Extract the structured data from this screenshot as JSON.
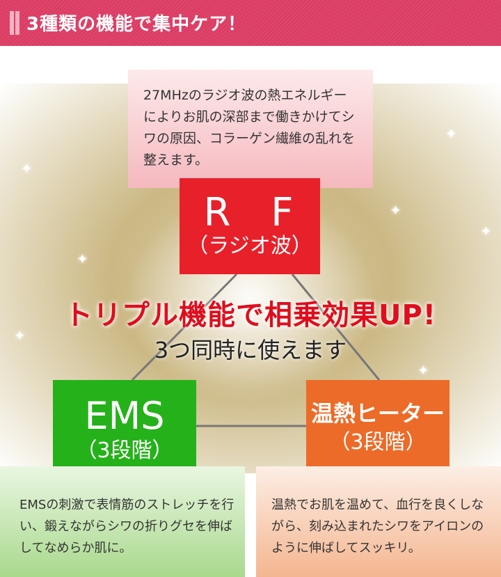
{
  "header": {
    "title": "3種類の機能で集中ケア！"
  },
  "rf": {
    "description": "27MHzのラジオ波の熱エネルギーによりお肌の深部まで働きかけてシワの原因、コラーゲン繊維の乱れを整えます。",
    "title": "R F",
    "subtitle": "（ラジオ波）"
  },
  "center": {
    "catch": "トリプル機能で相乗効果UP!",
    "sub": "3つ同時に使えます"
  },
  "ems": {
    "title": "EMS",
    "subtitle": "（3段階）",
    "description": "EMSの刺激で表情筋のストレッチを行い、鍛えながらシワの折りグセを伸ばしてなめらか肌に。"
  },
  "heater": {
    "title": "温熱ヒーター",
    "subtitle": "（3段階）",
    "description": "温熱でお肌を温めて、血行を良くしながら、刻み込まれたシワをアイロンのように伸ばしてスッキリ。"
  },
  "colors": {
    "header": "#e0456c",
    "rf": "#e8202a",
    "ems": "#25b11a",
    "heater": "#ec6b28",
    "catch": "#e00d1c"
  }
}
